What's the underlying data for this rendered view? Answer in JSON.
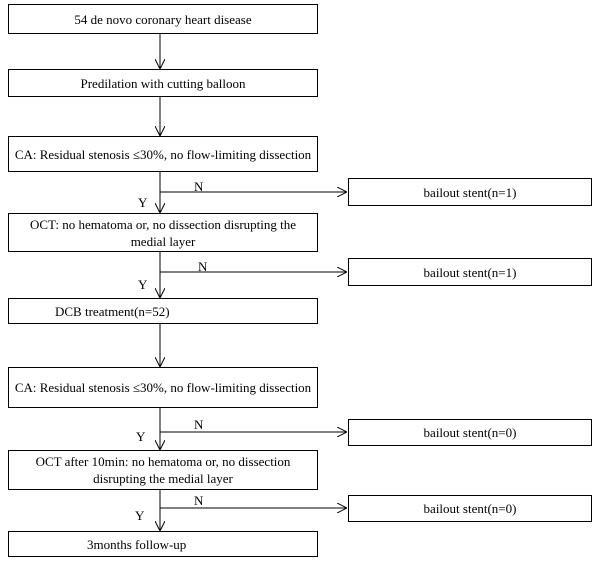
{
  "nodes": {
    "start": "54 de novo coronary heart disease",
    "predilation": "Predilation with cutting balloon",
    "ca1": "CA: Residual stenosis ≤30%, no flow-limiting dissection",
    "oct1": "OCT: no hematoma or, no dissection disrupting the medial layer",
    "dcb": "DCB treatment(n=52)",
    "ca2": "CA: Residual stenosis ≤30%, no flow-limiting dissection",
    "oct2": "OCT after 10min: no hematoma or, no dissection disrupting the medial layer",
    "followup": "3months follow-up",
    "bailout1": "bailout stent(n=1)",
    "bailout2": "bailout stent(n=1)",
    "bailout3": "bailout stent(n=0)",
    "bailout4": "bailout stent(n=0)"
  },
  "labels": {
    "yes": "Y",
    "no": "N"
  }
}
